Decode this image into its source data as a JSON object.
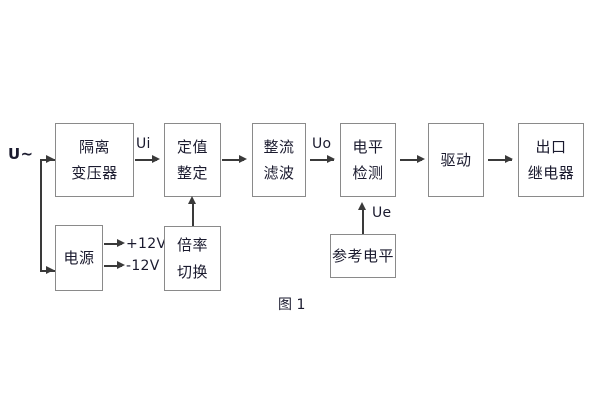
{
  "figure": {
    "caption": "图 1",
    "background_color": "#ffffff",
    "box_border_color": "#8a8a8a",
    "wire_color": "#3a3a3a",
    "text_color": "#1a1a2e"
  },
  "blocks": [
    {
      "id": "isolation-transformer",
      "line1": "隔离",
      "line2": "变压器"
    },
    {
      "id": "setting-adjustment",
      "line1": "定值",
      "line2": "整定"
    },
    {
      "id": "rectifier-filter",
      "line1": "整流",
      "line2": "滤波"
    },
    {
      "id": "level-detection",
      "line1": "电平",
      "line2": "检测"
    },
    {
      "id": "driver",
      "line1": "驱动",
      "line2": ""
    },
    {
      "id": "output-relay",
      "line1": "出口",
      "line2": "继电器"
    },
    {
      "id": "power-supply",
      "line1": "电源",
      "line2": ""
    },
    {
      "id": "multiplier-switch",
      "line1": "倍率",
      "line2": "切换"
    },
    {
      "id": "reference-level",
      "line1": "参考电平",
      "line2": ""
    }
  ],
  "signals": {
    "input_ac": "U~",
    "ui": "Ui",
    "uo": "Uo",
    "ue": "Ue",
    "rail_positive": "+12V",
    "rail_negative": "-12V"
  }
}
